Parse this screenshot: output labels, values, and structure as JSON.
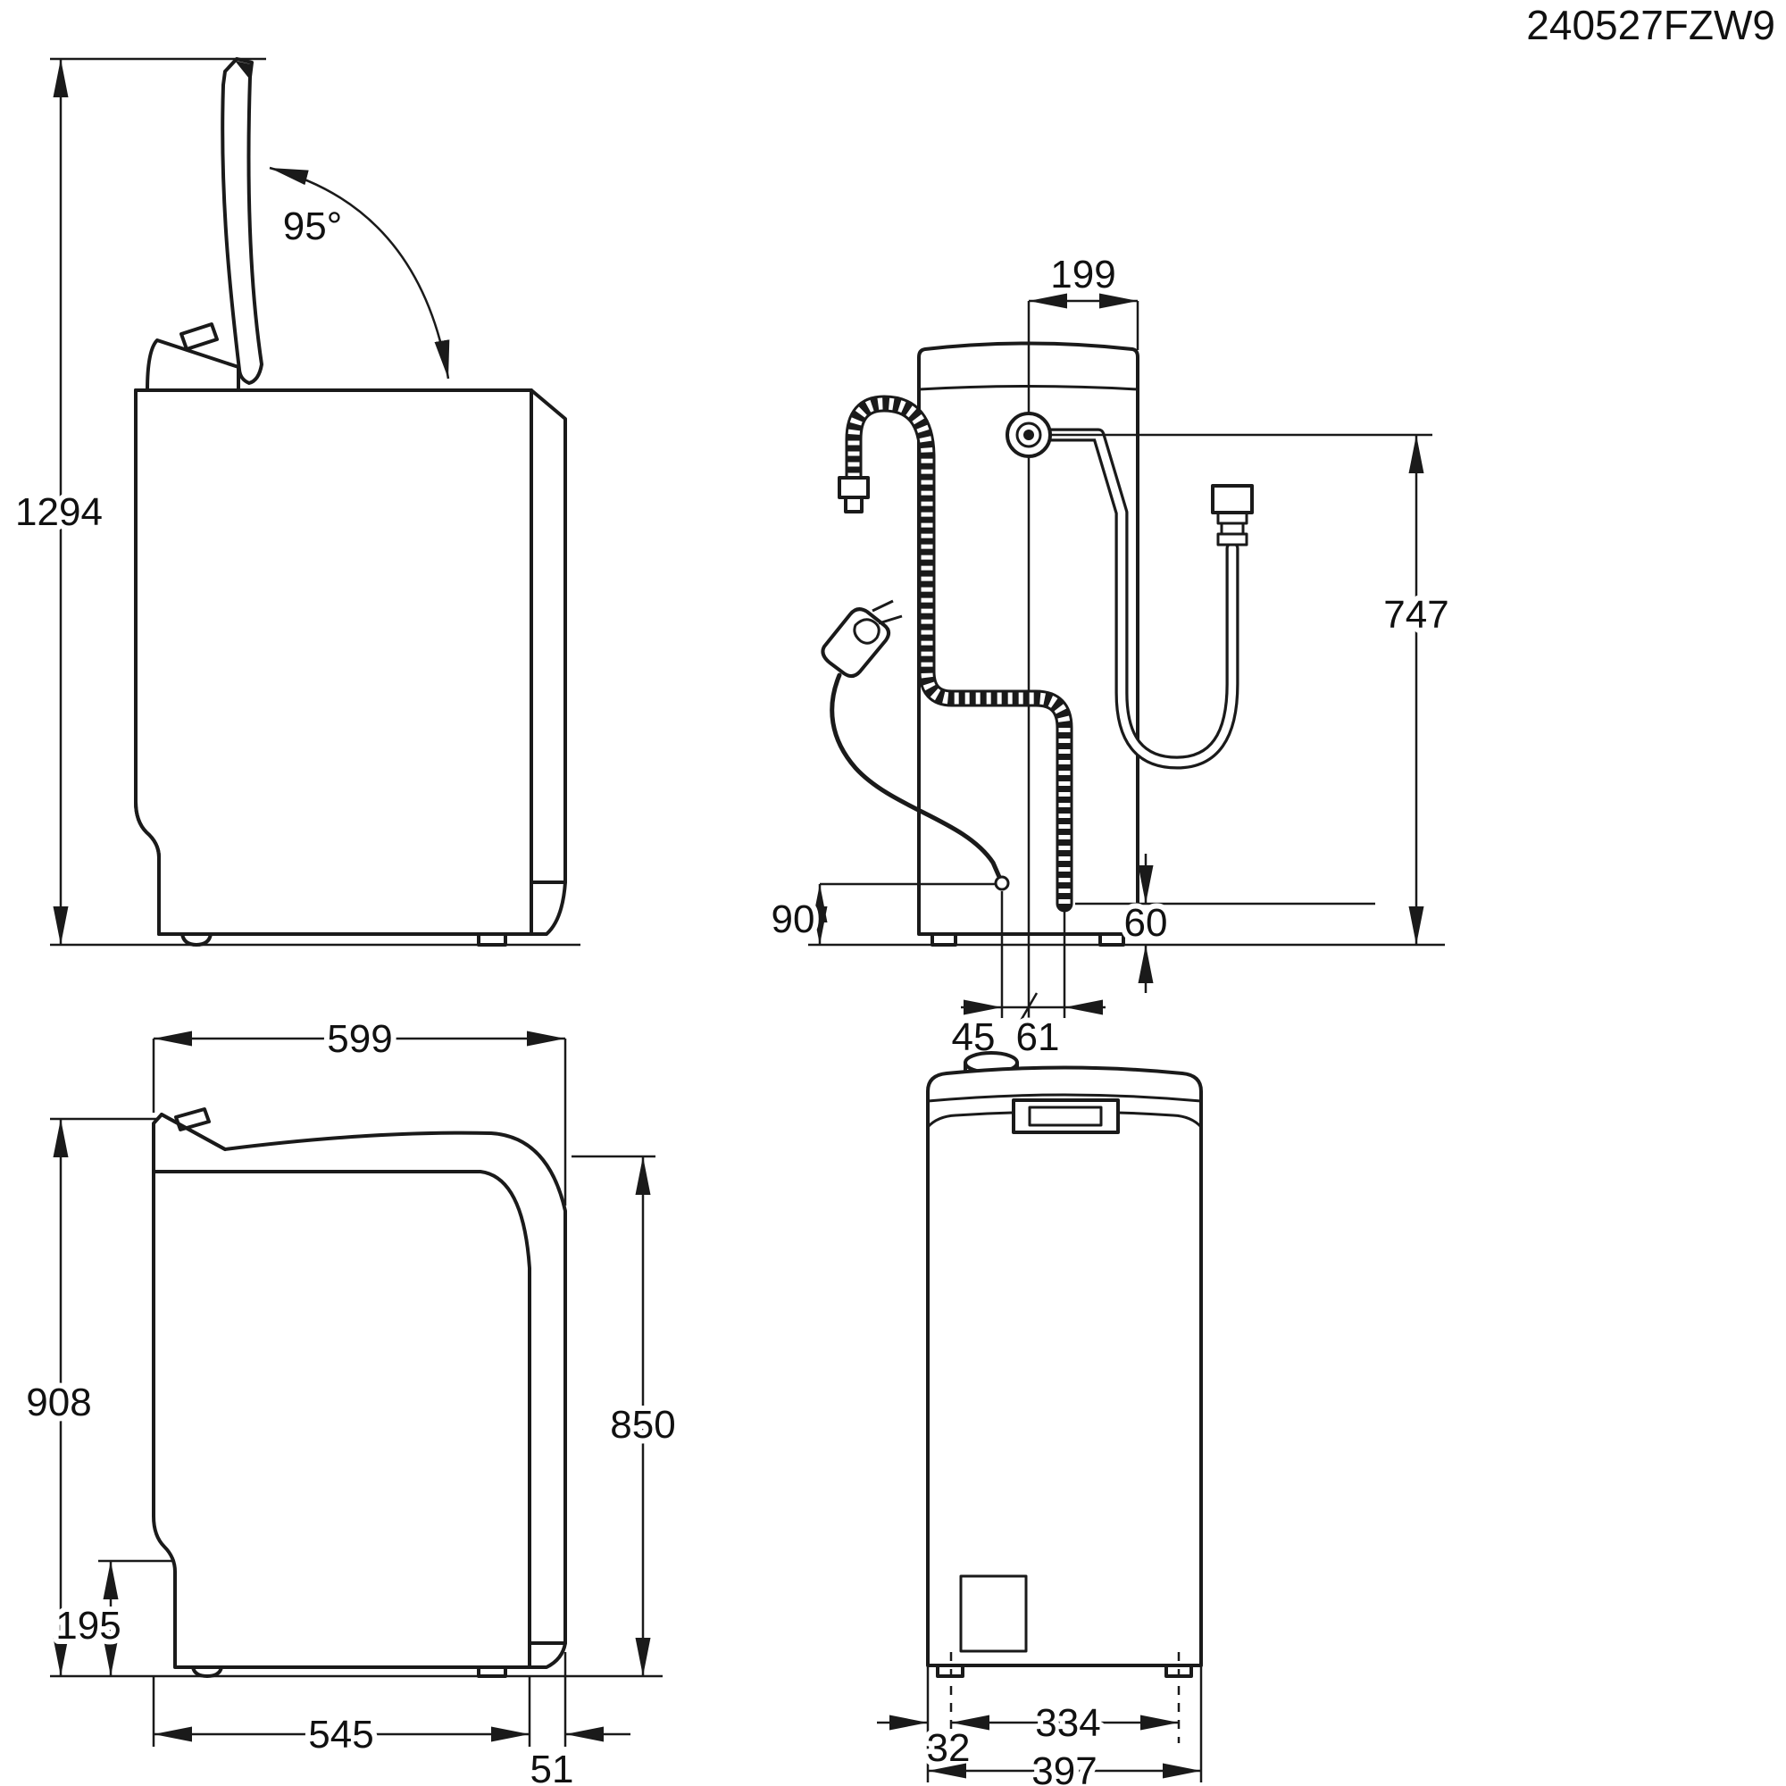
{
  "drawing": {
    "code": "240527FZW9",
    "views": {
      "side_open": {
        "overall_height": "1294",
        "lid_angle": "95°"
      },
      "rear": {
        "inlet_to_edge": "199",
        "inlet_height": "747",
        "cord_exit_height": "90",
        "drain_exit_height": "60",
        "cord_offset": "45",
        "drain_offset": "61"
      },
      "side_closed": {
        "depth": "599",
        "total_height": "908",
        "body_height": "850",
        "rear_recess": "195",
        "base_depth": "545",
        "front_strip": "51"
      },
      "front": {
        "edge_to_foot": "32",
        "foot_spacing": "334",
        "width": "397"
      }
    }
  }
}
